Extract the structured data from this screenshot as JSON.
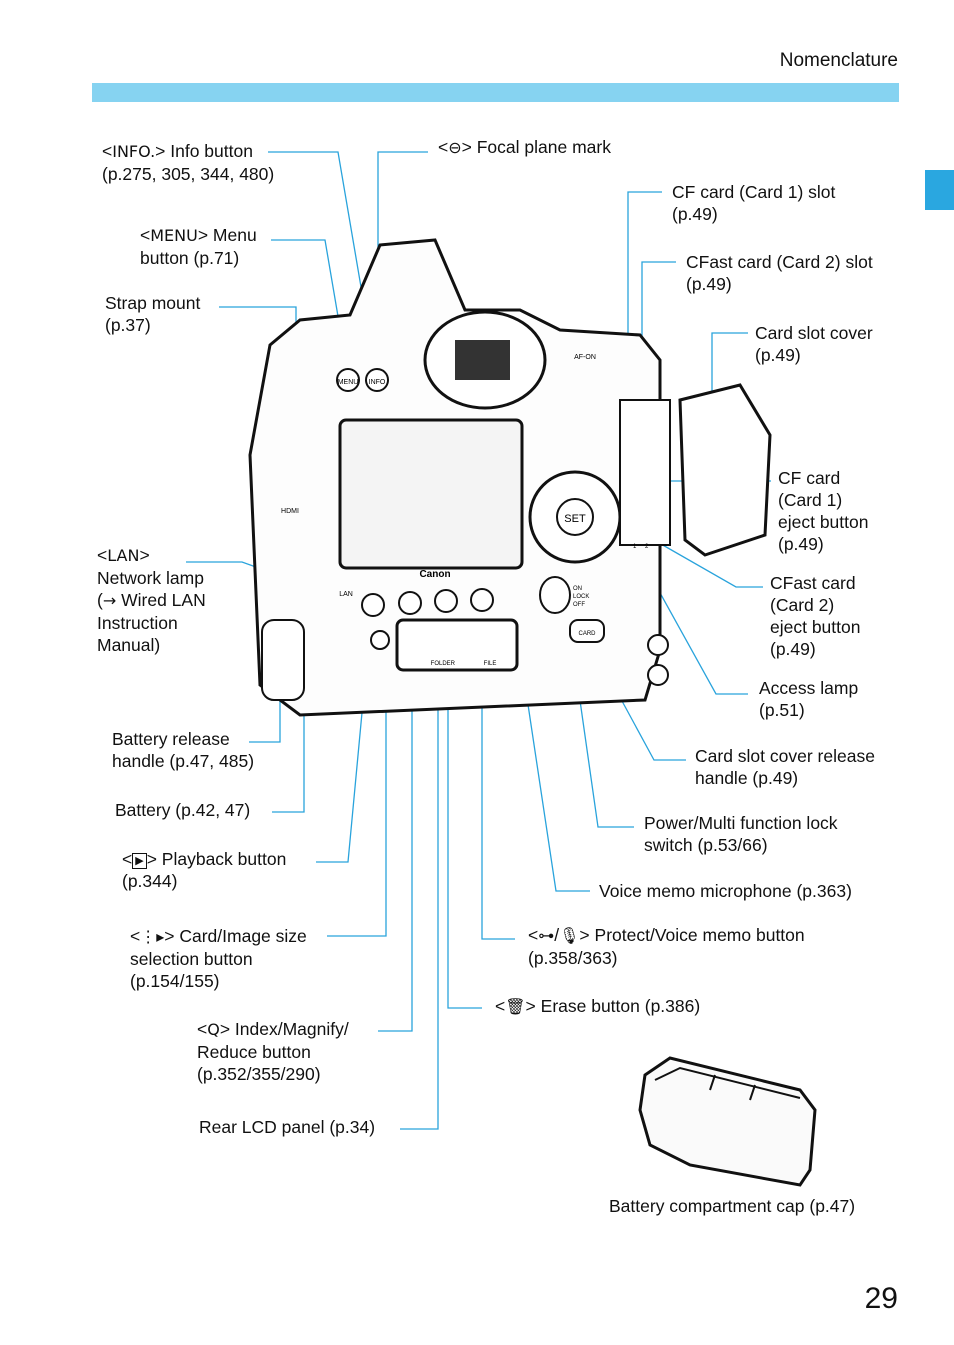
{
  "header": {
    "section_title": "Nomenclature"
  },
  "page_number": "29",
  "accent_color": "#86d3f1",
  "leader_color": "#29a3dc",
  "callouts": {
    "info_button": {
      "symbol": "INFO.",
      "text": " Info button",
      "pages": "(p.275, 305, 344, 480)"
    },
    "menu_button": {
      "symbol": "MENU",
      "text": " Menu",
      "line2": "button (p.71)"
    },
    "strap_mount": {
      "line1": "Strap mount",
      "line2": "(p.37)"
    },
    "focal_plane": {
      "symbol": "⊖",
      "text": " Focal plane mark"
    },
    "cf_slot": {
      "line1": "CF card (Card 1) slot",
      "line2": "(p.49)"
    },
    "cfast_slot": {
      "line1": "CFast card (Card 2) slot",
      "line2": "(p.49)"
    },
    "card_slot_cover": {
      "line1": "Card slot cover",
      "line2": "(p.49)"
    },
    "cf_eject": {
      "line1": "CF card",
      "line2": "(Card 1)",
      "line3": "eject button",
      "line4": "(p.49)"
    },
    "cfast_eject": {
      "line1": "CFast card",
      "line2": "(Card 2)",
      "line3": "eject button",
      "line4": "(p.49)"
    },
    "lan": {
      "symbol": "LAN",
      "line1": "Network lamp",
      "line2": "Wired LAN",
      "line3": "Instruction",
      "line4": "Manual)"
    },
    "access_lamp": {
      "line1": "Access lamp",
      "line2": "(p.51)"
    },
    "cover_release": {
      "line1": "Card slot cover release",
      "line2": "handle (p.49)"
    },
    "battery_release": {
      "line1": "Battery release",
      "line2": "handle (p.47, 485)"
    },
    "battery": {
      "text": "Battery (p.42, 47)"
    },
    "power_switch": {
      "line1": "Power/Multi function lock",
      "line2": "switch (p.53/66)"
    },
    "playback": {
      "text": " Playback button",
      "pages": "(p.344)"
    },
    "voice_mic": {
      "text": "Voice memo microphone (p.363)"
    },
    "card_image": {
      "text": " Card/Image size",
      "line2": "selection button",
      "line3": "(p.154/155)"
    },
    "protect": {
      "text": " Protect/Voice memo button",
      "pages": "(p.358/363)"
    },
    "erase": {
      "text": " Erase button (p.386)"
    },
    "index": {
      "text": " Index/Magnify/",
      "line2": "Reduce button",
      "line3": "(p.352/355/290)"
    },
    "rear_lcd": {
      "text": "Rear LCD panel (p.34)"
    },
    "battery_cap": {
      "text": "Battery compartment cap (p.47)"
    }
  },
  "camera_markings": {
    "brand": "Canon",
    "af_on": "AF-ON",
    "set": "SET",
    "lan": "LAN",
    "menu": "MENU",
    "info": "INFO",
    "hdmi": "HDMI",
    "card": "CARD",
    "on": "ON",
    "lock": "LOCK",
    "off": "OFF",
    "folder": "FOLDER",
    "file": "FILE",
    "slot1": "1",
    "slot2": "2"
  }
}
